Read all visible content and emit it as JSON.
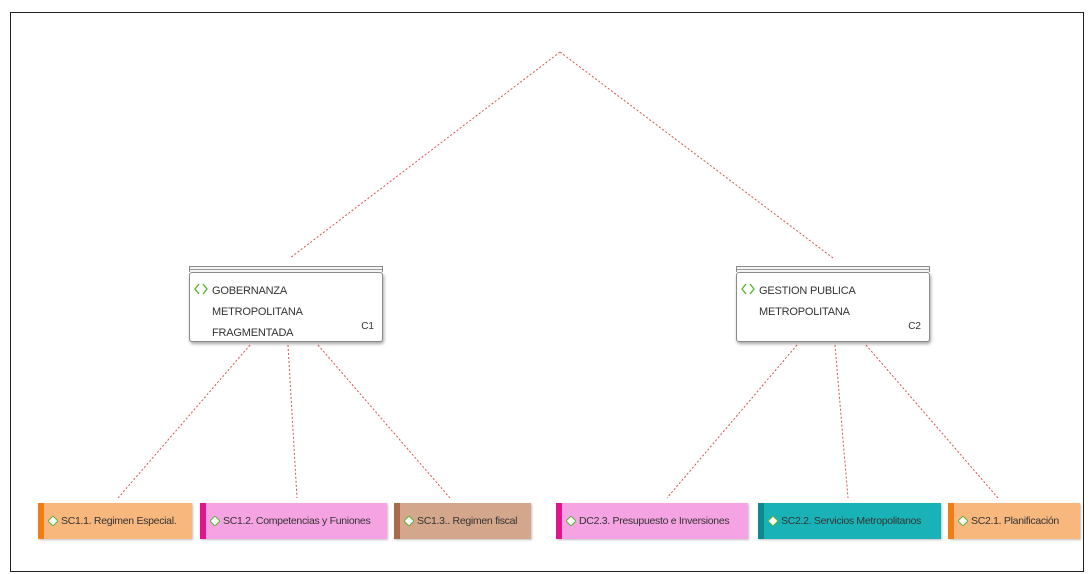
{
  "parents": [
    {
      "title": "GOBERNANZA METROPOLITANA FRAGMENTADA",
      "code": "C1"
    },
    {
      "title": "GESTION PUBLICA METROPOLITANA",
      "code": "C2"
    }
  ],
  "leaves": [
    {
      "label": "SC1.1. Regimen Especial.",
      "fill": "#f7b77d",
      "accent": "#f07d16"
    },
    {
      "label": "SC1.2. Competencias y Funiones",
      "fill": "#f5a3e3",
      "accent": "#e0158c"
    },
    {
      "label": "SC1.3.. Regimen fiscal",
      "fill": "#d4a78d",
      "accent": "#a8694a"
    },
    {
      "label": "DC2.3. Presupuesto e Inversiones",
      "fill": "#f5a3e3",
      "accent": "#e0158c"
    },
    {
      "label": "SC2.2. Servicios Metropolitanos",
      "fill": "#19b3b7",
      "accent": "#0b8a8f"
    },
    {
      "label": "SC2.1. Planificación",
      "fill": "#f7b77d",
      "accent": "#f07d16"
    }
  ],
  "colors": {
    "connector": "#d9534f",
    "icon_green": "#59b335"
  }
}
